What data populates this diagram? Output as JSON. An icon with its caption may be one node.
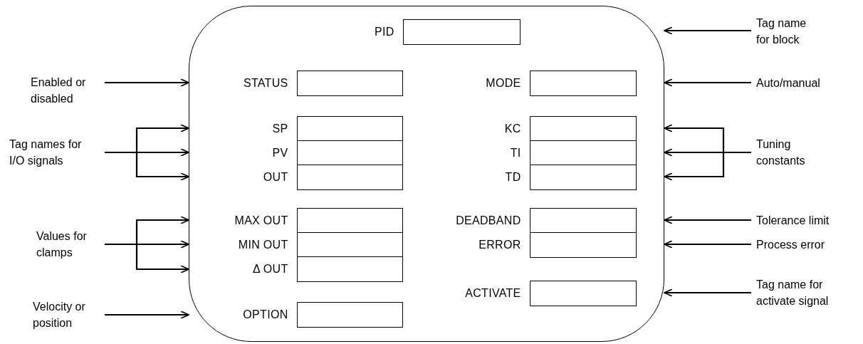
{
  "diagram": {
    "nodes": [
      {
        "text": [],
        "shape": "box"
      },
      {
        "text": [],
        "shape": "box",
        "beside": [
          "PID"
        ],
        "in": 0
      },
      {
        "text": [],
        "shape": "box",
        "beside": [
          "STATUS"
        ],
        "in": 0
      },
      {
        "text": [],
        "shape": "box",
        "beside": [
          "MODE"
        ],
        "in": 0
      },
      {
        "text": [],
        "shape": "box",
        "beside": [
          "SP"
        ],
        "in": 0
      },
      {
        "text": [],
        "shape": "box",
        "beside": [
          "KC"
        ],
        "in": 0
      },
      {
        "text": [],
        "shape": "box",
        "beside": [
          "PV"
        ],
        "in": 0
      },
      {
        "text": [],
        "shape": "box",
        "beside": [
          "TI"
        ],
        "in": 0
      },
      {
        "text": [],
        "shape": "box",
        "beside": [
          "OUT"
        ],
        "in": 0
      },
      {
        "text": [],
        "shape": "box",
        "beside": [
          "TD"
        ],
        "in": 0
      },
      {
        "text": [],
        "shape": "box",
        "beside": [
          "MAX OUT"
        ],
        "in": 0
      },
      {
        "text": [],
        "shape": "box",
        "beside": [
          "DEADBAND"
        ],
        "in": 0
      },
      {
        "text": [],
        "shape": "box",
        "beside": [
          "MIN OUT"
        ],
        "in": 0
      },
      {
        "text": [],
        "shape": "box",
        "beside": [
          "ERROR"
        ],
        "in": 0
      },
      {
        "text": [],
        "shape": "box",
        "beside": [
          "Δ OUT"
        ],
        "in": 0
      },
      {
        "text": [],
        "shape": "box",
        "beside": [
          "ACTIVATE"
        ],
        "in": 0
      },
      {
        "text": [],
        "shape": "box",
        "beside": [
          "OPTION"
        ],
        "in": 0
      },
      {
        "text": [
          "Tag name for block"
        ]
      },
      {
        "text": [
          "Enabled or disabled"
        ]
      },
      {
        "text": [
          "Auto/manual"
        ]
      },
      {
        "text": [
          "Tag names for I/O signals"
        ]
      },
      {
        "text": [
          "Tuning constants"
        ]
      },
      {
        "text": [
          "Values for clamps"
        ]
      },
      {
        "text": [
          "Tolerance limit"
        ]
      },
      {
        "text": [
          "Process error"
        ]
      },
      {
        "text": [
          "Tag name for activate signal"
        ]
      },
      {
        "text": [
          "Velocity or position"
        ]
      }
    ],
    "edges": [
      {
        "from": 17,
        "to": 0,
        "arrow": "to"
      },
      {
        "from": 18,
        "to": 0,
        "arrow": "to"
      },
      {
        "from": 19,
        "to": 0,
        "arrow": "to"
      },
      {
        "from": 20,
        "to": 0,
        "arrow": "to"
      },
      {
        "from": 20,
        "to": 0,
        "arrow": "to"
      },
      {
        "from": 20,
        "to": 0,
        "arrow": "to"
      },
      {
        "from": 21,
        "to": 0,
        "arrow": "to"
      },
      {
        "from": 21,
        "to": 0,
        "arrow": "to"
      },
      {
        "from": 21,
        "to": 0,
        "arrow": "to"
      },
      {
        "from": 22,
        "to": 0,
        "arrow": "to"
      },
      {
        "from": 22,
        "to": 0,
        "arrow": "to"
      },
      {
        "from": 22,
        "to": 0,
        "arrow": "to"
      },
      {
        "from": 23,
        "to": 0,
        "arrow": "to"
      },
      {
        "from": 24,
        "to": 0,
        "arrow": "to"
      },
      {
        "from": 25,
        "to": 0,
        "arrow": "to"
      },
      {
        "from": 26,
        "to": 0,
        "arrow": "to"
      }
    ]
  }
}
